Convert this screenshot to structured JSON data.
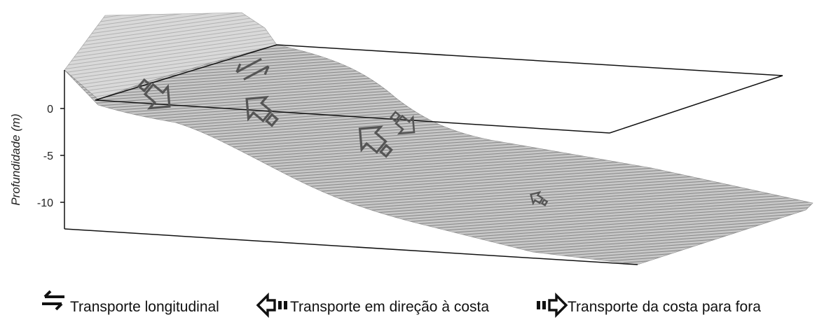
{
  "figure": {
    "y_axis": {
      "label": "Profundidade (m)",
      "ticks": [
        "0",
        "-5",
        "-10"
      ]
    },
    "legend": [
      {
        "icon": "double-arrow-icon",
        "label": "Transporte longitudinal"
      },
      {
        "icon": "onshore-arrow-icon",
        "label": "Transporte em direção à costa"
      },
      {
        "icon": "offshore-arrow-icon",
        "label": "Transporte da costa para fora"
      }
    ]
  }
}
